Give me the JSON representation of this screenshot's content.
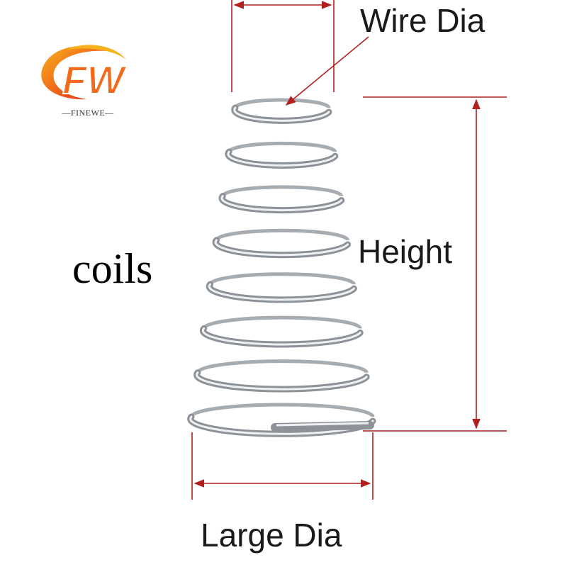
{
  "logo": {
    "monogram": "FW",
    "brand_name": "—FINEWE—"
  },
  "labels": {
    "wire_dia": "Wire Dia",
    "height": "Height",
    "large_dia": "Large Dia",
    "coils": "coils"
  },
  "colors": {
    "dimension_line": "#b21f1f",
    "logo_orange": "#f26a1b",
    "logo_red": "#d9261c",
    "logo_yellow": "#f6b21a",
    "spring_steel": "#8d9298",
    "text": "#1a1a1a"
  },
  "spring": {
    "coil_count": 8
  }
}
